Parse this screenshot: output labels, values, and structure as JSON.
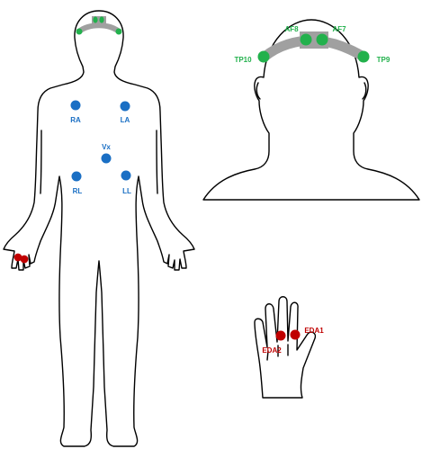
{
  "colors": {
    "ecg": "#1a6fc4",
    "eeg": "#22b14c",
    "eda": "#c00000",
    "headband": "#a0a0a0",
    "outline": "#000000",
    "background": "#ffffff"
  },
  "ecg_electrodes": [
    {
      "id": "ra",
      "label": "RA"
    },
    {
      "id": "la",
      "label": "LA"
    },
    {
      "id": "vx",
      "label": "Vx"
    },
    {
      "id": "rl",
      "label": "RL"
    },
    {
      "id": "ll",
      "label": "LL"
    }
  ],
  "eeg_electrodes": [
    {
      "id": "af8",
      "label": "AF8"
    },
    {
      "id": "af7",
      "label": "AF7"
    },
    {
      "id": "tp10",
      "label": "TP10"
    },
    {
      "id": "tp9",
      "label": "TP9"
    }
  ],
  "eda_electrodes": [
    {
      "id": "eda1",
      "label": "EDA1"
    },
    {
      "id": "eda2",
      "label": "EDA2"
    }
  ]
}
